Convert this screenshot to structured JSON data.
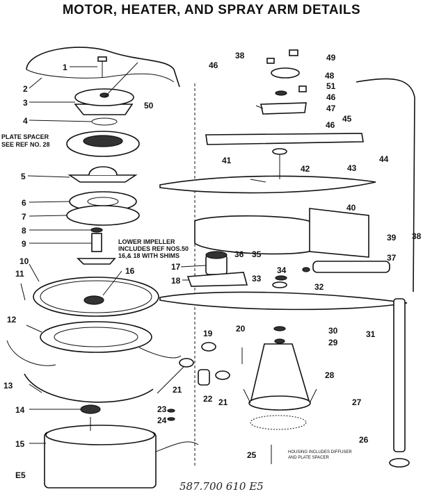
{
  "title": "MOTOR, HEATER, AND SPRAY ARM DETAILS",
  "part_labels": [
    "1",
    "2",
    "3",
    "4",
    "5",
    "6",
    "7",
    "8",
    "9",
    "10",
    "11",
    "12",
    "13",
    "14",
    "15",
    "16",
    "17",
    "18",
    "19",
    "20",
    "21",
    "21",
    "22",
    "23",
    "24",
    "25",
    "26",
    "27",
    "28",
    "29",
    "30",
    "31",
    "32",
    "33",
    "34",
    "35",
    "36",
    "37",
    "38",
    "38",
    "39",
    "40",
    "41",
    "42",
    "43",
    "44",
    "45",
    "46",
    "46",
    "46",
    "47",
    "48",
    "49",
    "50",
    "51"
  ],
  "notes": {
    "plate_spacer_1": "PLATE SPACER",
    "plate_spacer_2": "SEE REF NO. 28",
    "impeller_1": "LOWER IMPELLER",
    "impeller_2": "INCLUDES REF NOS.50",
    "impeller_3": "16,& 18 WITH SHIMS",
    "housing_1": "HOUSING INCLUDES DIFFUSER",
    "housing_2": "AND PLATE SPACER"
  },
  "corner_code": "E5",
  "handwritten_code": "587.700 610  E5"
}
